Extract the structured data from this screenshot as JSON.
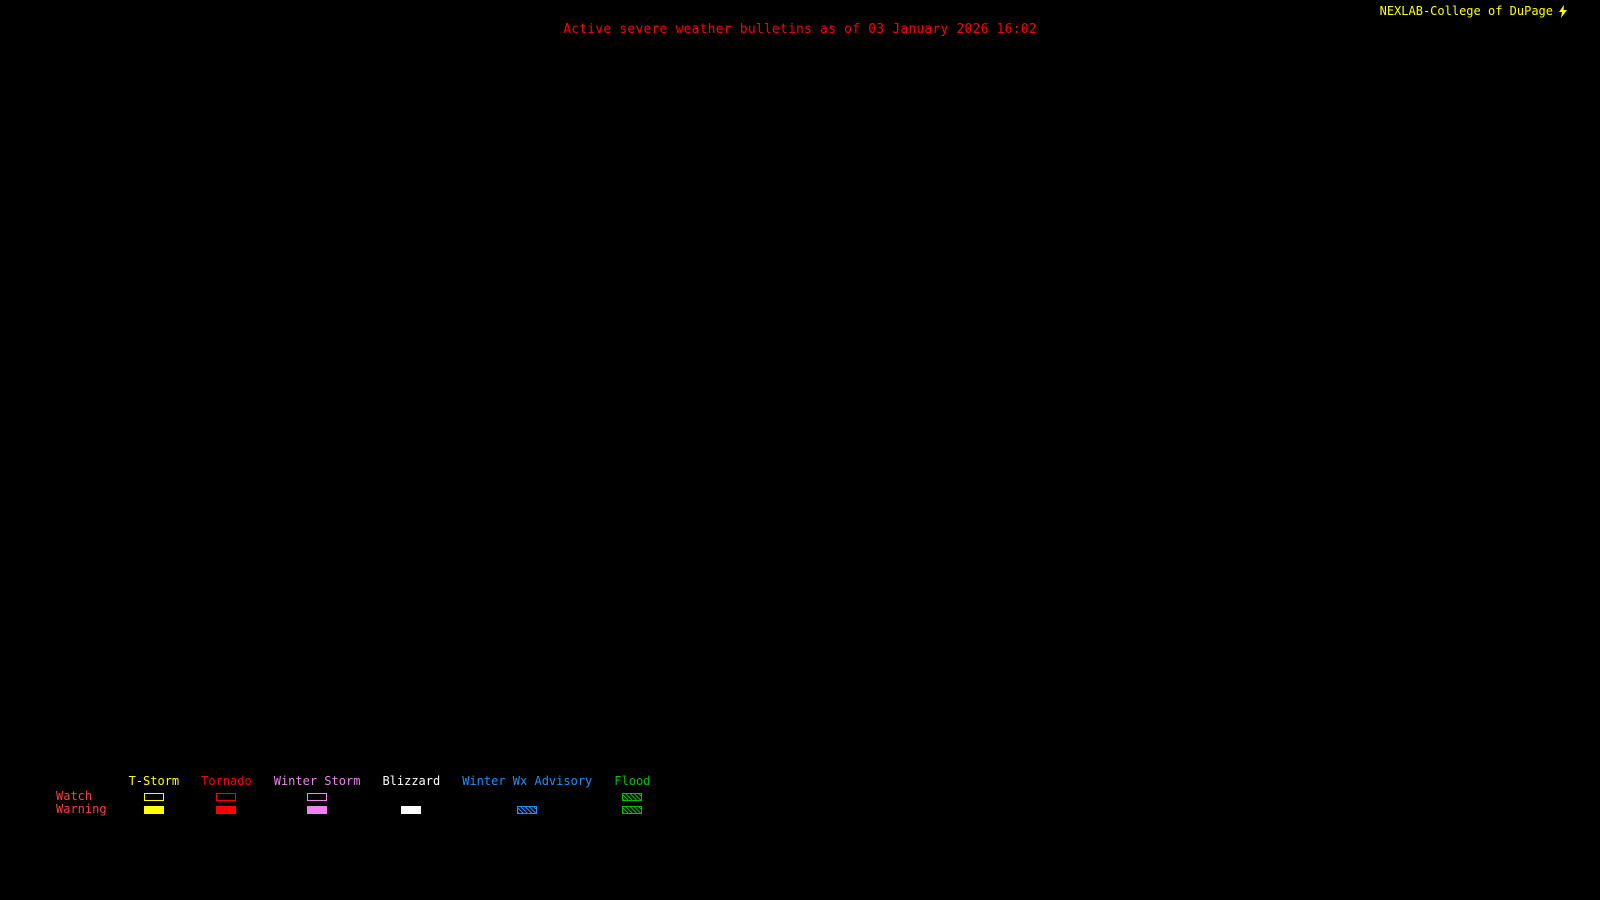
{
  "header": {
    "title": "Active severe weather bulletins as of 03 January 2026 16:02",
    "attribution": "NEXLAB-College of DuPage",
    "logo_icon": "lightning-bolt-icon"
  },
  "colors": {
    "background": "#000000",
    "title": "#ff0000",
    "attribution": "#ffff00",
    "row_label": "#ff4040"
  },
  "legend": {
    "rows": [
      {
        "label": "Watch"
      },
      {
        "label": "Warning"
      }
    ],
    "columns": [
      {
        "label": "T-Storm",
        "color": "#ffff00",
        "watch": "outline",
        "warning": "fill"
      },
      {
        "label": "Tornado",
        "color": "#ff0000",
        "watch": "outline",
        "warning": "fill"
      },
      {
        "label": "Winter Storm",
        "color": "#ee82ee",
        "watch": "outline",
        "warning": "fill"
      },
      {
        "label": "Blizzard",
        "color": "#ffffff",
        "watch": "none",
        "warning": "fill"
      },
      {
        "label": "Winter Wx Advisory",
        "color": "#1e90ff",
        "watch": "none",
        "warning": "hatch"
      },
      {
        "label": "Flood",
        "color": "#00c000",
        "watch": "hatch",
        "warning": "hatch"
      }
    ]
  }
}
